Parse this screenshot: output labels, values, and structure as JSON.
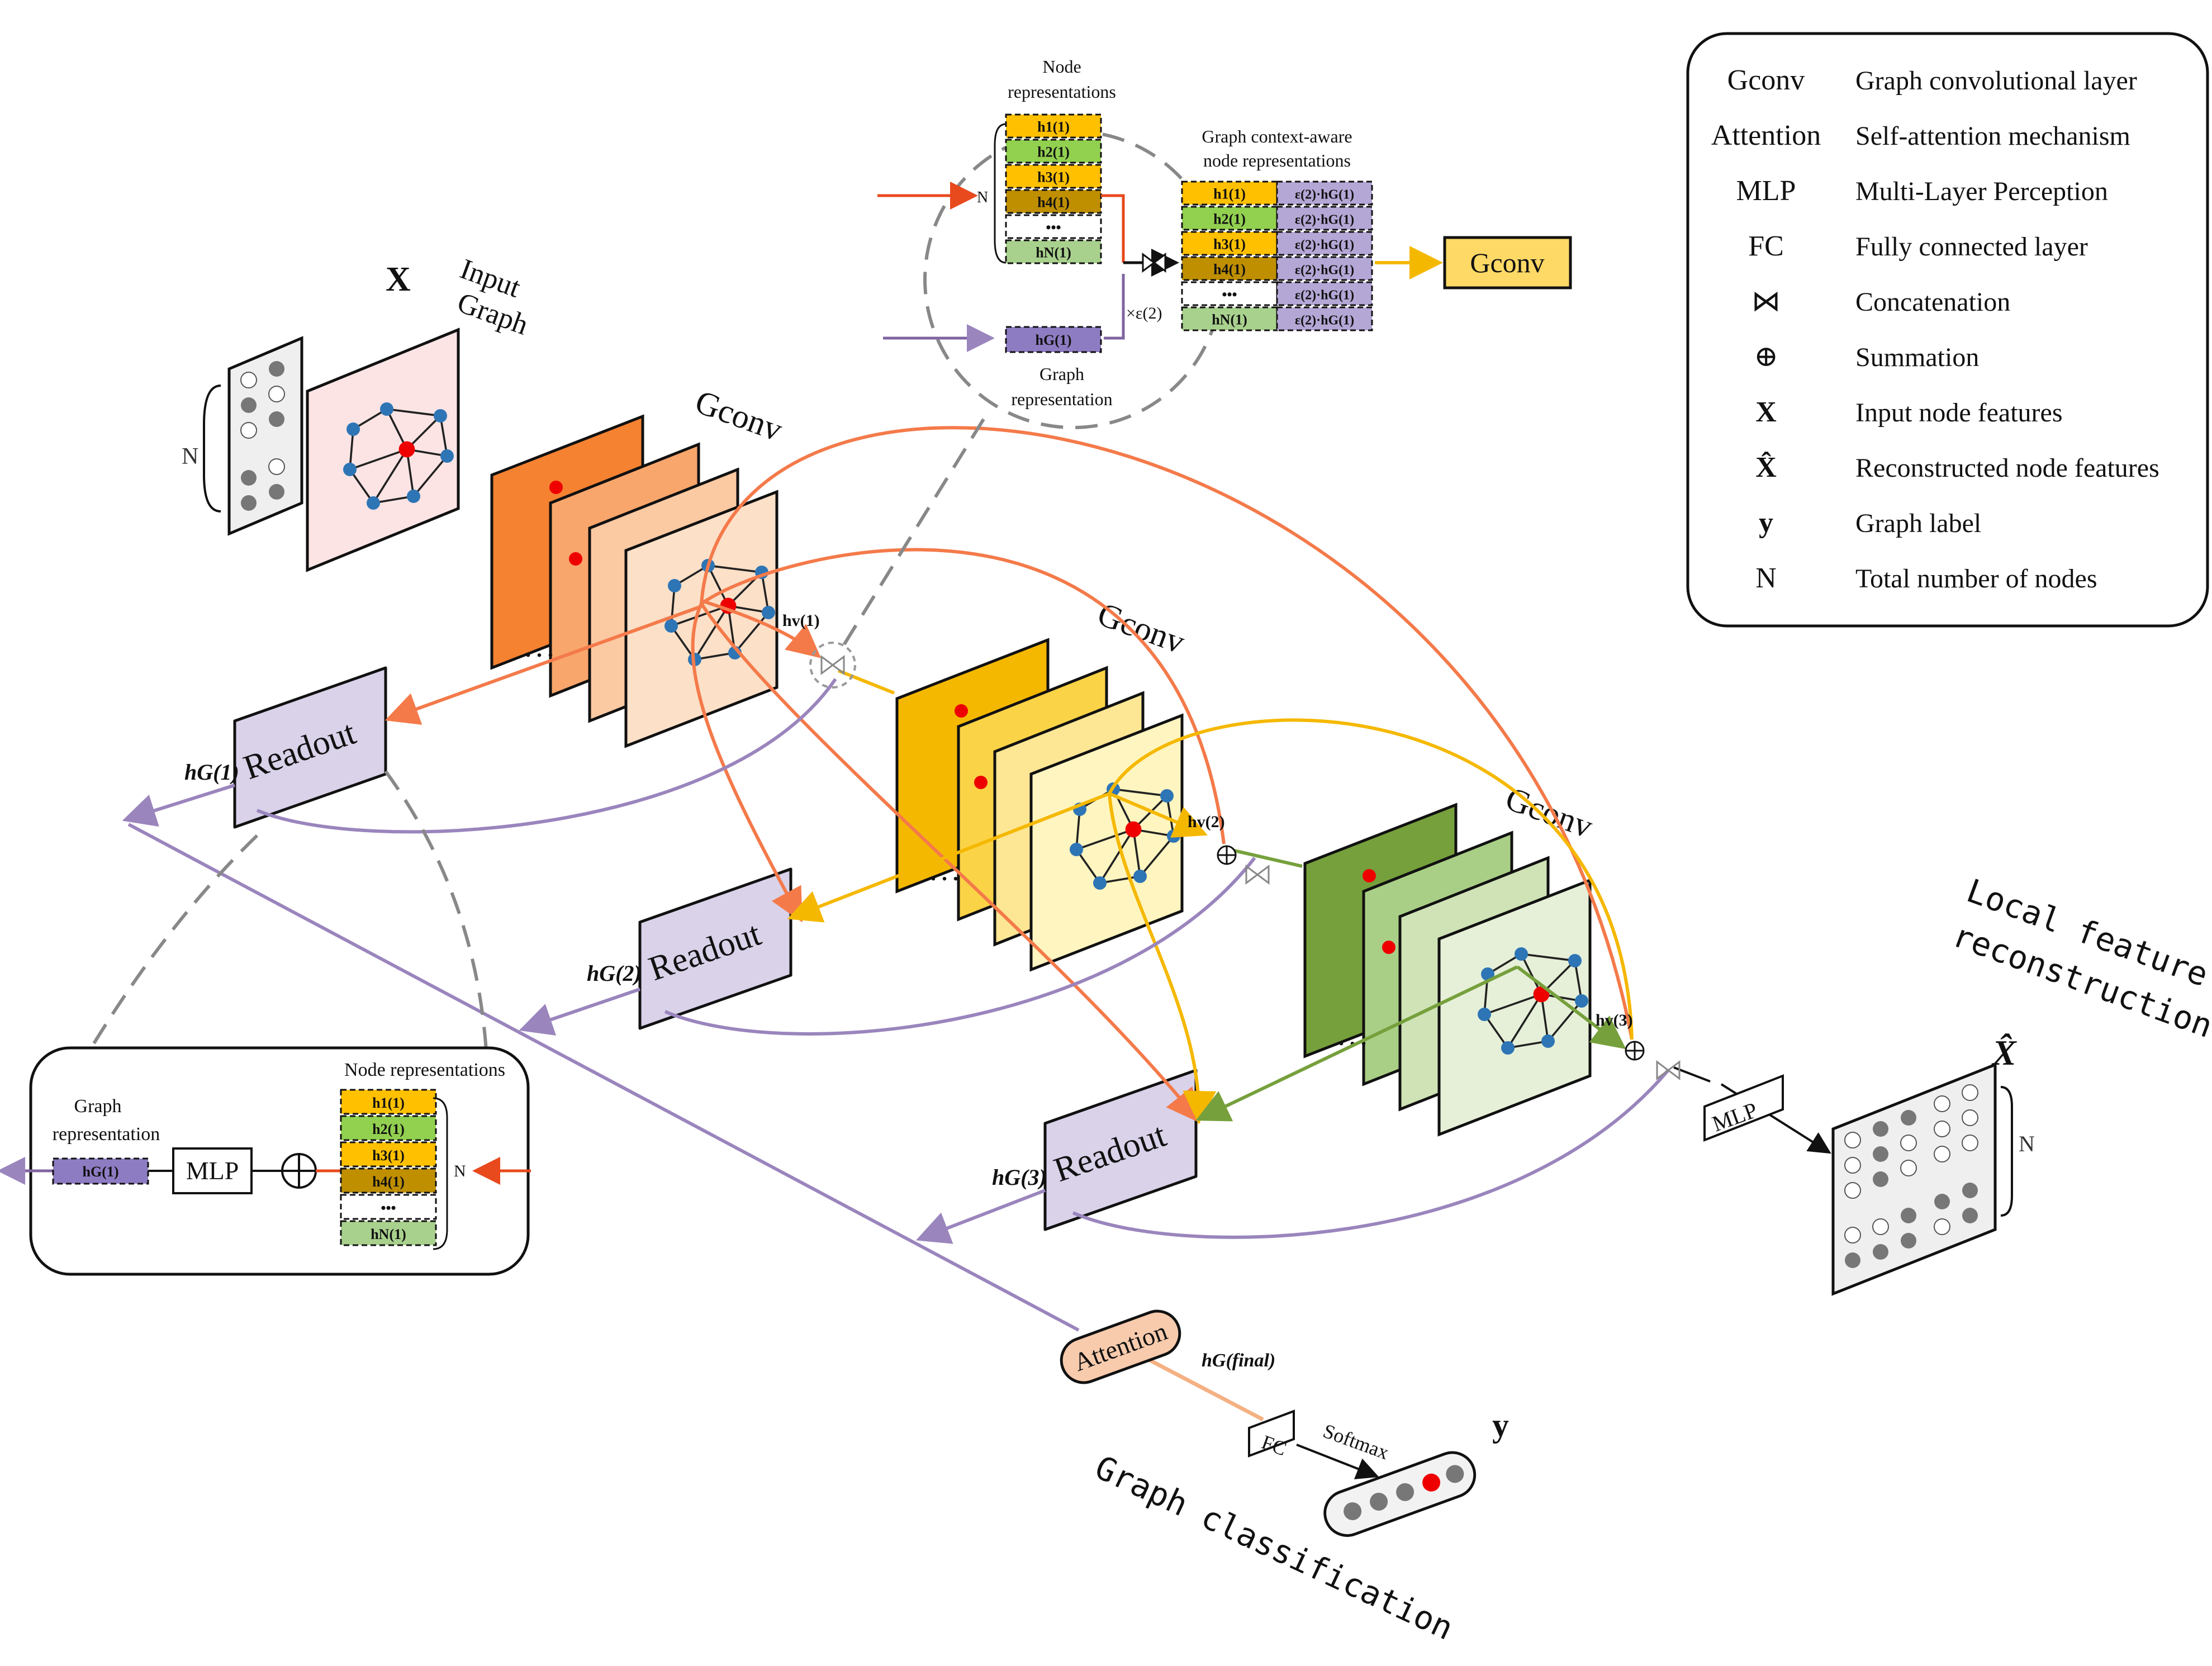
{
  "legend": {
    "rows": [
      {
        "term": "Gconv",
        "desc": "Graph convolutional layer"
      },
      {
        "term": "Attention",
        "desc": "Self-attention mechanism"
      },
      {
        "term": "MLP",
        "desc": "Multi-Layer Perception"
      },
      {
        "term": "FC",
        "desc": "Fully connected layer"
      },
      {
        "term": "⋈",
        "desc": "Concatenation"
      },
      {
        "term": "⊕",
        "desc": "Summation"
      },
      {
        "term": "X",
        "desc": "Input node features"
      },
      {
        "term": "X̂",
        "desc": "Reconstructed node features"
      },
      {
        "term": "y",
        "desc": "Graph label"
      },
      {
        "term": "N",
        "desc": "Total number of nodes"
      }
    ]
  },
  "input": {
    "x_label": "X",
    "title_line1": "Input",
    "title_line2": "Graph",
    "n_label": "N"
  },
  "gconv_label": "Gconv",
  "readout_label": "Readout",
  "hg1": "hG(1)",
  "hg2": "hG(2)",
  "hg3": "hG(3)",
  "hv1": "hv(1)",
  "hv2": "hv(2)",
  "hv3": "hv(3)",
  "zoom_top": {
    "node_repr_line1": "Node",
    "node_repr_line2": "representations",
    "ctx_line1": "Graph context-aware",
    "ctx_line2": "node representations",
    "graph_repr_line1": "Graph",
    "graph_repr_line2": "representation",
    "n_label": "N",
    "scale_label": "×ε(2)",
    "node_rows": [
      "h1(1)",
      "h2(1)",
      "h3(1)",
      "h4(1)",
      "•••",
      "hN(1)"
    ],
    "ctx_right": "ε(2)·hG(1)",
    "graph_cell": "hG(1)",
    "gconv_out": "Gconv"
  },
  "zoom_bottom": {
    "graph_repr_line1": "Graph",
    "graph_repr_line2": "representation",
    "graph_cell": "hG(1)",
    "mlp": "MLP",
    "node_title": "Node representations",
    "node_rows": [
      "h1(1)",
      "h2(1)",
      "h3(1)",
      "h4(1)",
      "•••",
      "hN(1)"
    ],
    "n_label": "N"
  },
  "output": {
    "title_line1": "Local feature",
    "title_line2": "reconstruction",
    "x_hat": "X̂",
    "n_label": "N",
    "mlp": "MLP"
  },
  "classification": {
    "attention": "Attention",
    "hg_final": "hG(final)",
    "fc": "FC",
    "softmax": "Softmax",
    "y": "y",
    "title": "Graph classification"
  },
  "colors": {
    "orange": "#f47a4a",
    "yellow": "#f5b800",
    "green": "#76a03c",
    "purple": "#9a85bd",
    "readout_fill": "#d9d2e9",
    "gconv_fill": "#ffd966"
  }
}
